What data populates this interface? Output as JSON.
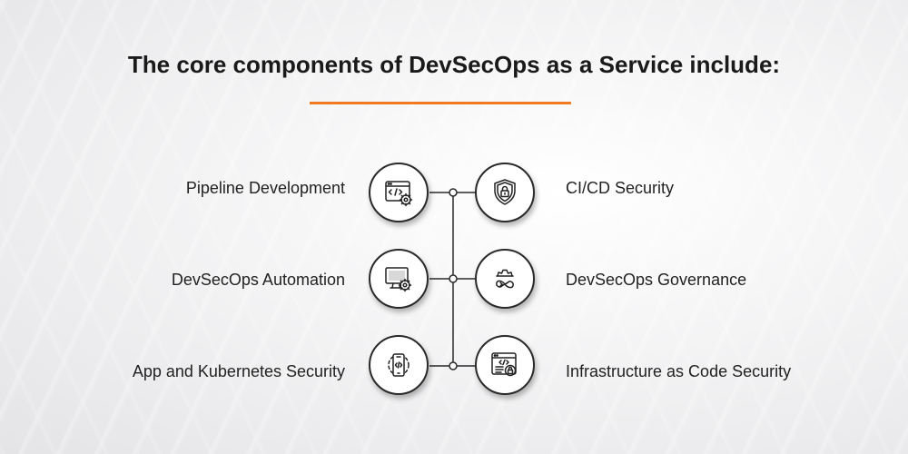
{
  "title": "The core components of DevSecOps as a Service include:",
  "accent_color": "#f07a22",
  "items_left": [
    {
      "label": "Pipeline Development",
      "icon": "browser-code-gear-icon"
    },
    {
      "label": "DevSecOps Automation",
      "icon": "monitor-gear-icon"
    },
    {
      "label": "App and Kubernetes Security",
      "icon": "phone-code-gear-icon"
    }
  ],
  "items_right": [
    {
      "label": "CI/CD Security",
      "icon": "shield-lock-icon"
    },
    {
      "label": "DevSecOps Governance",
      "icon": "infinity-gear-icon"
    },
    {
      "label": "Infrastructure as Code Security",
      "icon": "browser-code-lock-icon"
    }
  ]
}
